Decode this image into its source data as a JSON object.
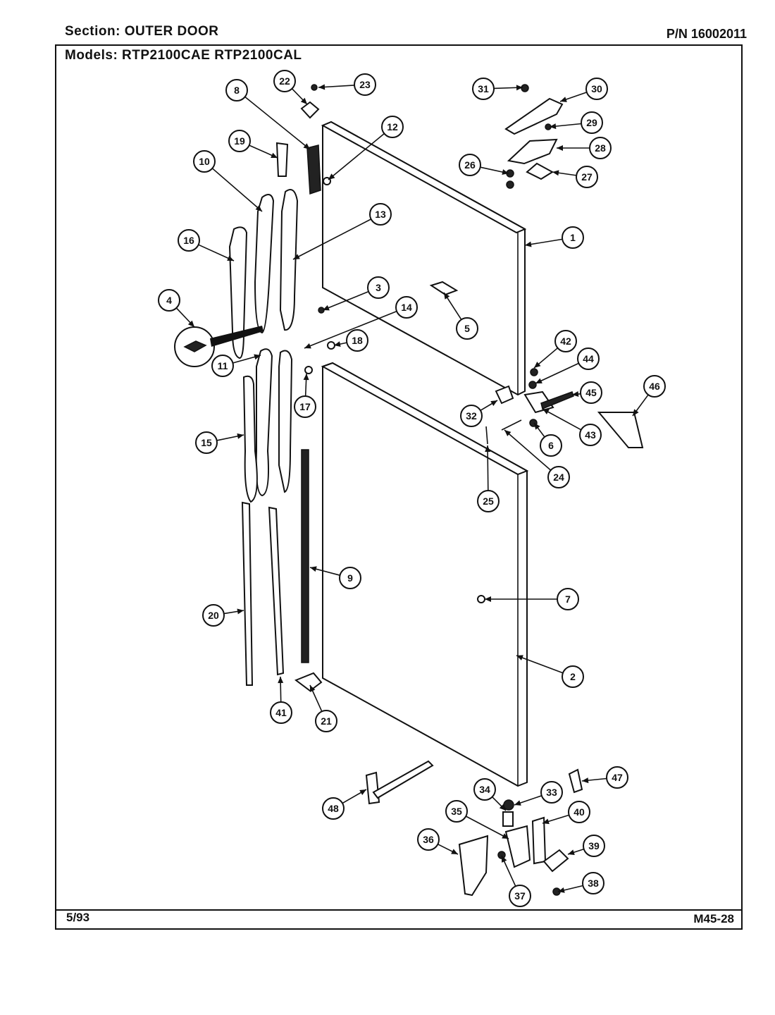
{
  "header": {
    "section": "Section:  OUTER DOOR",
    "part_number": "P/N 16002011",
    "models": "Models:  RTP2100CAE   RTP2100CAL"
  },
  "footer": {
    "date": "5/93",
    "code": "M45-28"
  },
  "callouts": [
    "1",
    "2",
    "3",
    "4",
    "5",
    "6",
    "7",
    "8",
    "9",
    "10",
    "11",
    "12",
    "13",
    "14",
    "15",
    "16",
    "17",
    "18",
    "19",
    "20",
    "21",
    "22",
    "23",
    "24",
    "25",
    "26",
    "27",
    "28",
    "29",
    "30",
    "31",
    "32",
    "33",
    "34",
    "35",
    "36",
    "37",
    "38",
    "39",
    "40",
    "41",
    "42",
    "43",
    "44",
    "45",
    "46",
    "47",
    "48"
  ]
}
